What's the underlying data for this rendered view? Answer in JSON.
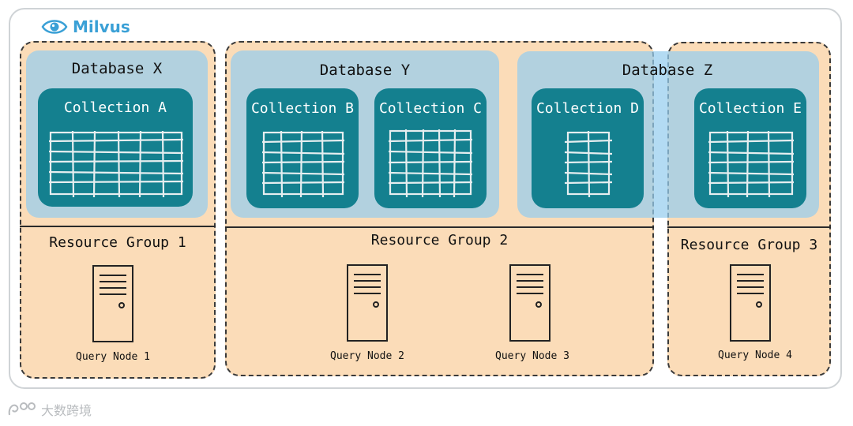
{
  "brand": {
    "name": "Milvus",
    "icon": "eye-logo-icon",
    "color": "#3aa0d6"
  },
  "databases": [
    {
      "label": "Database X"
    },
    {
      "label": "Database Y"
    },
    {
      "label": "Database Z"
    }
  ],
  "collections": [
    {
      "label": "Collection A"
    },
    {
      "label": "Collection B"
    },
    {
      "label": "Collection C"
    },
    {
      "label": "Collection D"
    },
    {
      "label": "Collection E"
    }
  ],
  "resource_groups": [
    {
      "label": "Resource Group 1"
    },
    {
      "label": "Resource Group 2"
    },
    {
      "label": "Resource Group 3"
    }
  ],
  "query_nodes": [
    {
      "label": "Query Node 1"
    },
    {
      "label": "Query Node 2"
    },
    {
      "label": "Query Node 3"
    },
    {
      "label": "Query Node 4"
    }
  ],
  "watermark": {
    "text": "大数跨境",
    "icon": "logo-icon"
  },
  "colors": {
    "resource_group_fill": "#fbdcb8",
    "database_fill": "#96cdee",
    "collection_fill": "#14808f",
    "frame_border": "#cfd3d6"
  }
}
